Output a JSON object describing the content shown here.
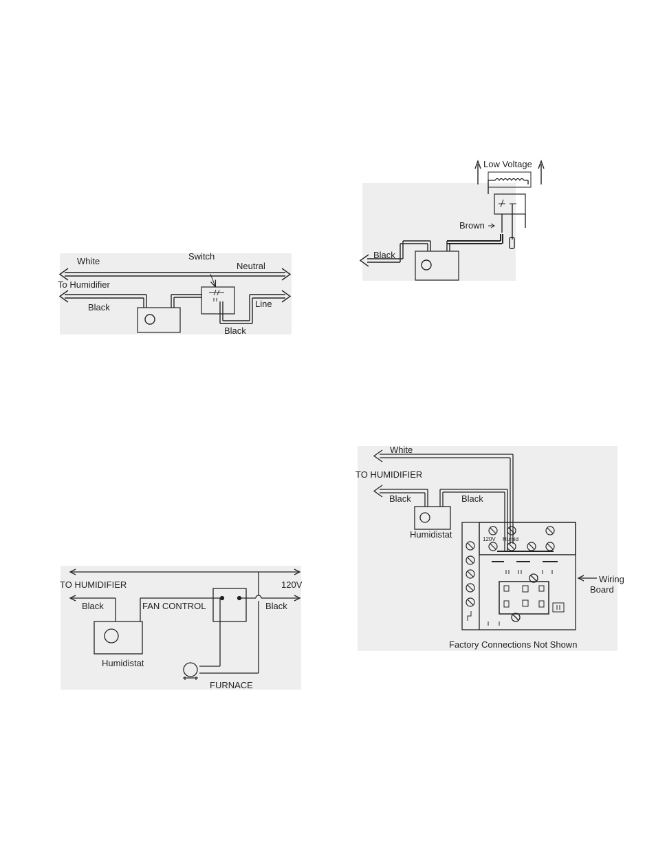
{
  "diagram_a": {
    "white": "White",
    "switch": "Switch",
    "neutral": "Neutral",
    "to_humidifier": "To Humidifier",
    "black_left": "Black",
    "line": "Line",
    "black_bottom": "Black"
  },
  "diagram_b": {
    "low_voltage": "Low Voltage",
    "brown": "Brown",
    "black": "Black"
  },
  "diagram_c": {
    "to_humidifier": "TO HUMIDIFIER",
    "v120": "120V",
    "black_left": "Black",
    "fan_control": "FAN CONTROL",
    "black_right": "Black",
    "humidistat": "Humidistat",
    "furnace": "FURNACE"
  },
  "diagram_d": {
    "white": "White",
    "to_humidifier": "TO HUMIDIFIER",
    "black_left": "Black",
    "black_right": "Black",
    "humidistat": "Humidistat",
    "terminal_120v": "120V",
    "terminal_humid": "Humid",
    "wiring_board_line1": "Wiring",
    "wiring_board_line2": "Board",
    "footnote": "Factory Connections Not Shown"
  }
}
